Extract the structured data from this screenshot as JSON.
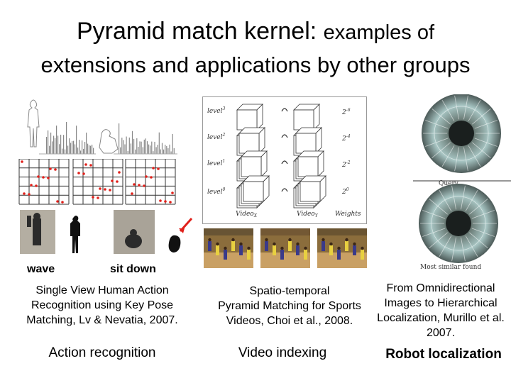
{
  "slide": {
    "title_line1_main": "Pyramid match kernel:",
    "title_line1_rest": "examples of",
    "title_line2": "extensions and applications by other groups"
  },
  "columns": [
    {
      "tags": [
        "wave",
        "sit down"
      ],
      "caption_lines": [
        "Single View Human Action",
        "Recognition using Key Pose",
        "Matching, Lv & Nevatia, 2007."
      ],
      "label": "Action recognition"
    },
    {
      "figure": {
        "level_labels": [
          "level",
          "level",
          "level",
          "level"
        ],
        "level_superscripts": [
          "3",
          "2",
          "1",
          "0"
        ],
        "weights": [
          "2",
          "2",
          "2",
          "2"
        ],
        "weight_superscripts": [
          "-6",
          "-4",
          "-2",
          "0"
        ],
        "axis_labels": [
          "Video",
          "Video",
          "Weights"
        ],
        "axis_subscripts": [
          "X",
          "Y",
          ""
        ]
      },
      "caption_lines": [
        "Spatio-temporal",
        "Pyramid Matching for Sports",
        "Videos, Choi et al., 2008."
      ],
      "label": "Video indexing"
    },
    {
      "figure": {
        "query_label": "Query",
        "found_label": "Most similar found"
      },
      "caption_lines": [
        "From Omnidirectional",
        "Images to Hierarchical",
        "Localization, Murillo et al.",
        "2007."
      ],
      "label": "Robot localization"
    }
  ]
}
